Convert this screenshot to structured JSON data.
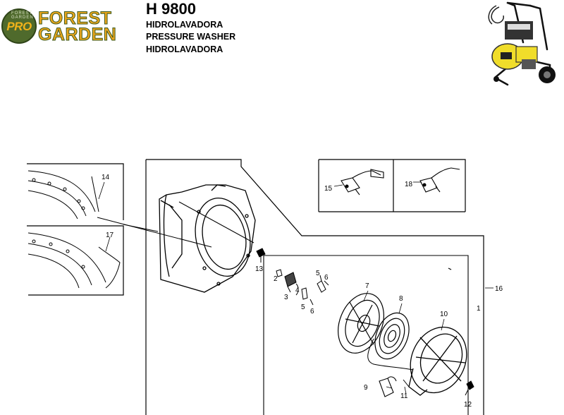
{
  "brand": {
    "badge": "PRO",
    "ring_text": "FOREST GARDEN",
    "line1": "FOREST",
    "line2": "GARDEN"
  },
  "header": {
    "model": "H 9800",
    "subtitles": [
      "HIDROLAVADORA",
      "PRESSURE WASHER",
      "HIDROLAVADORA"
    ]
  },
  "callouts": [
    "1",
    "2",
    "3",
    "4",
    "5",
    "5",
    "6",
    "6",
    "7",
    "8",
    "9",
    "10",
    "11",
    "12",
    "13",
    "14",
    "15",
    "16",
    "17",
    "18"
  ],
  "colors": {
    "brand_orange": "#eaa51c",
    "brand_green": "#4f6a2c",
    "washer_yellow": "#f0dd2a"
  }
}
